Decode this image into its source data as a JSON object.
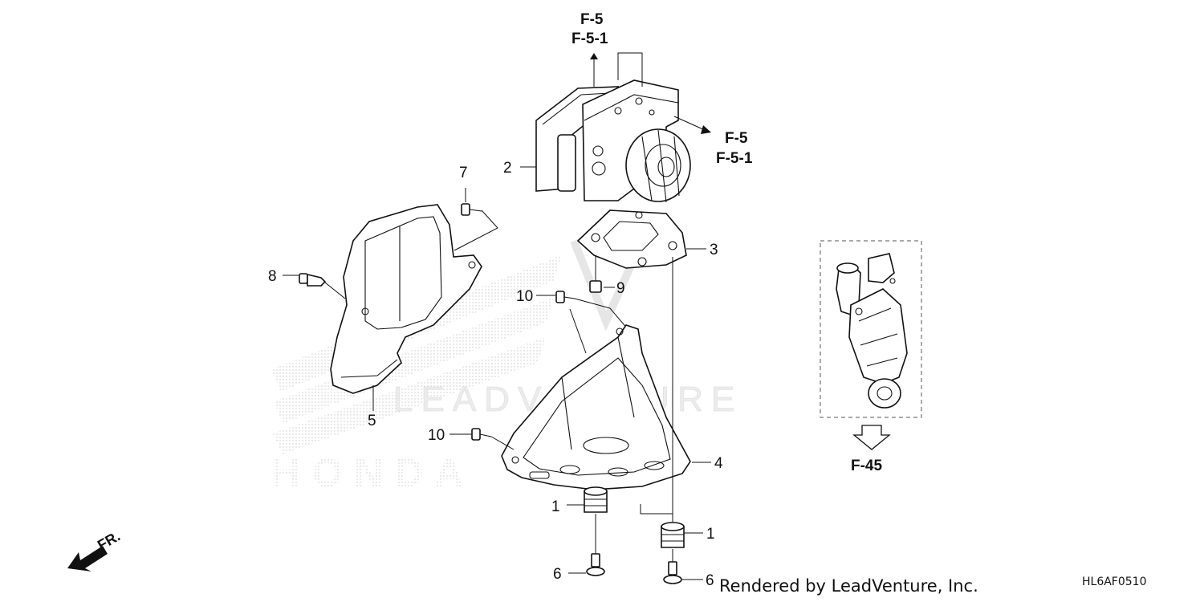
{
  "diagram": {
    "watermark_logo": "HONDA",
    "watermark_brand": "LEADVENTURE",
    "callouts": [
      "1",
      "1",
      "2",
      "3",
      "4",
      "5",
      "6",
      "6",
      "7",
      "8",
      "9",
      "10",
      "10"
    ],
    "references": {
      "top_ref_a": "F-5",
      "top_ref_b": "F-5-1",
      "side_ref_a": "F-5",
      "side_ref_b": "F-5-1",
      "inset_ref": "F-45"
    },
    "front_indicator": "FR.",
    "rendered_by": "Rendered by LeadVenture, Inc.",
    "diagram_code": "HL6AF0510"
  }
}
